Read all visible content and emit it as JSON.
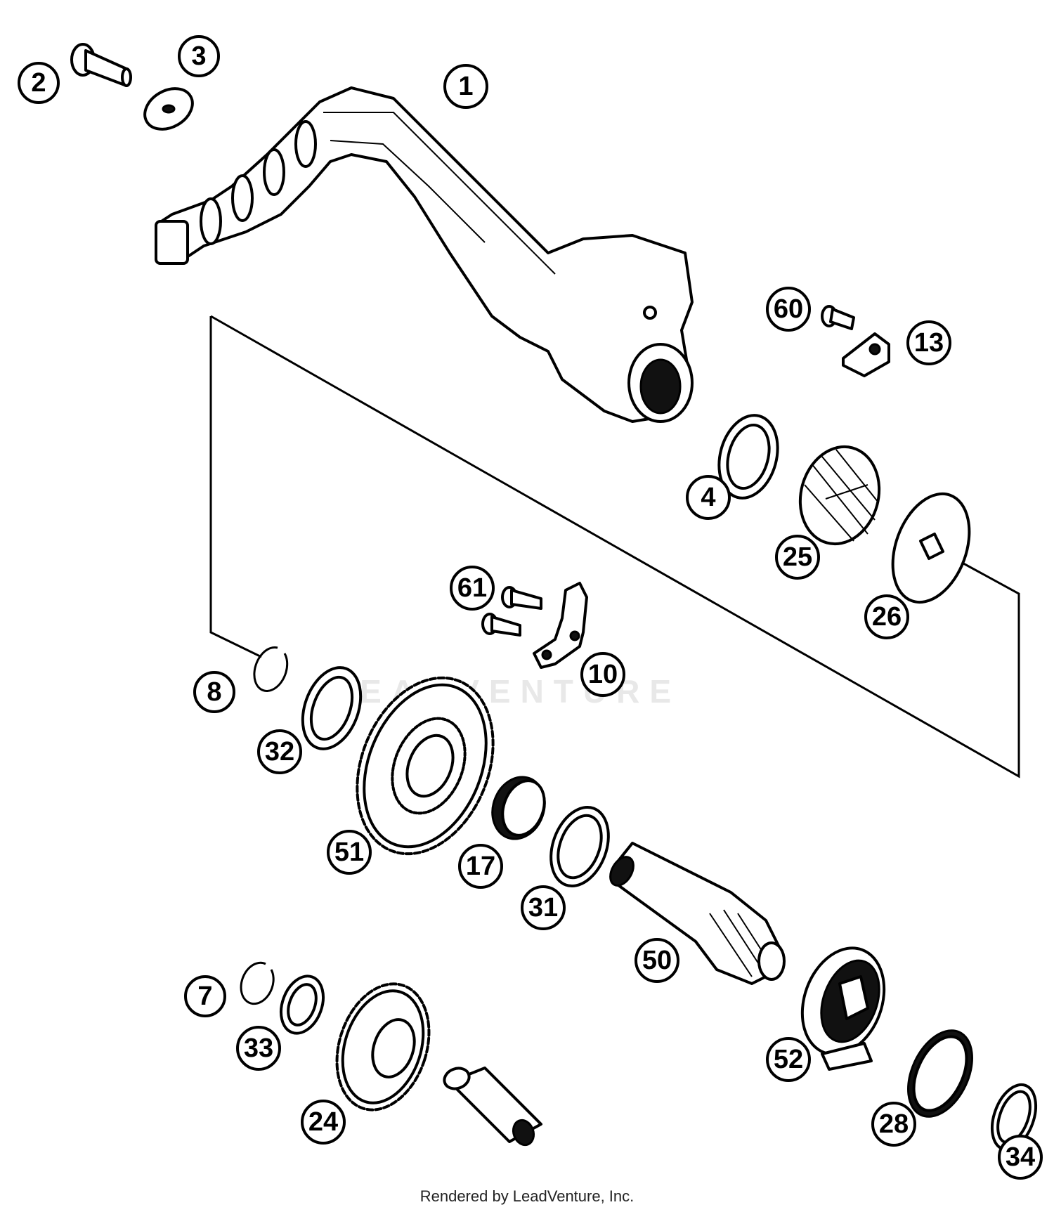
{
  "callouts": [
    {
      "id": "c1",
      "label": "1"
    },
    {
      "id": "c2",
      "label": "2"
    },
    {
      "id": "c3",
      "label": "3"
    },
    {
      "id": "c60",
      "label": "60"
    },
    {
      "id": "c13",
      "label": "13"
    },
    {
      "id": "c4",
      "label": "4"
    },
    {
      "id": "c25",
      "label": "25"
    },
    {
      "id": "c26",
      "label": "26"
    },
    {
      "id": "c61",
      "label": "61"
    },
    {
      "id": "c8",
      "label": "8"
    },
    {
      "id": "c10",
      "label": "10"
    },
    {
      "id": "c32",
      "label": "32"
    },
    {
      "id": "c51",
      "label": "51"
    },
    {
      "id": "c17",
      "label": "17"
    },
    {
      "id": "c31",
      "label": "31"
    },
    {
      "id": "c50",
      "label": "50"
    },
    {
      "id": "c7",
      "label": "7"
    },
    {
      "id": "c33",
      "label": "33"
    },
    {
      "id": "c24",
      "label": "24"
    },
    {
      "id": "c52",
      "label": "52"
    },
    {
      "id": "c28",
      "label": "28"
    },
    {
      "id": "c34",
      "label": "34"
    }
  ],
  "watermark": "LEADVENTURE",
  "credit": "Rendered by LeadVenture, Inc."
}
